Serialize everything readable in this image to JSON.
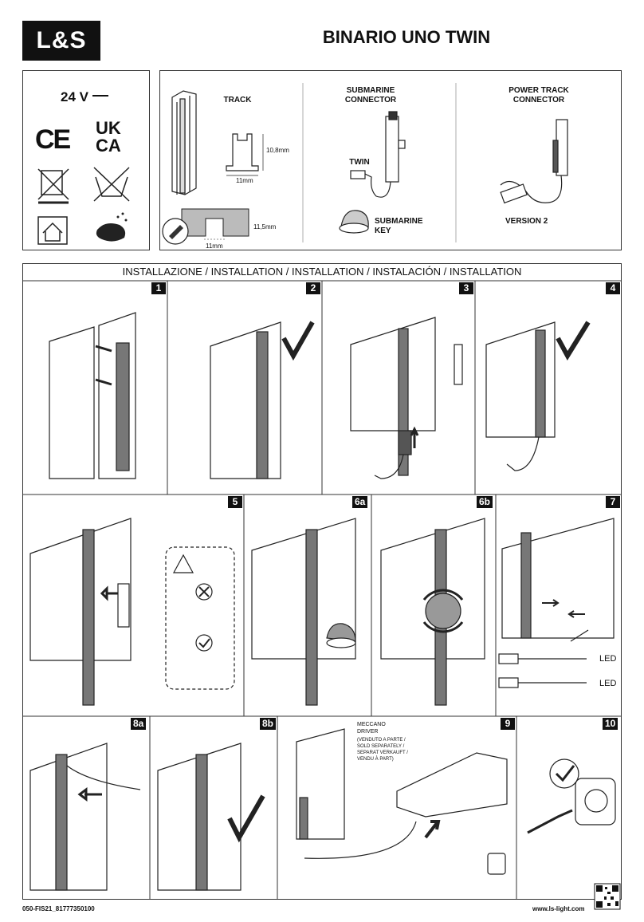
{
  "header": {
    "logo_text": "L&S",
    "title": "BINARIO UNO TWIN"
  },
  "specs": {
    "voltage": "24 V",
    "uk_mark_line1": "UK",
    "uk_mark_line2": "CA",
    "ce_mark": "CE",
    "icons": [
      "ce-mark-icon",
      "ukca-mark-icon",
      "no-waste-bin-icon",
      "no-washing-icon",
      "indoor-use-icon",
      "dry-clean-cloth-icon"
    ]
  },
  "components": {
    "track_label": "TRACK",
    "track_dim_height": "10,8mm",
    "track_dim_width": "11mm",
    "groove_dim_width": "11mm",
    "groove_dim_depth": "11,5mm",
    "submarine_connector_label": "SUBMARINE\nCONNECTOR",
    "twin_label": "TWIN",
    "submarine_key_label": "SUBMARINE\nKEY",
    "power_track_label": "POWER TRACK\nCONNECTOR",
    "version_label": "VERSION 2"
  },
  "installation": {
    "heading": "INSTALLAZIONE / INSTALLATION / INSTALLATION / INSTALACIÓN / INSTALLATION",
    "steps": [
      "1",
      "2",
      "3",
      "4",
      "5",
      "6a",
      "6b",
      "7",
      "8a",
      "8b",
      "9",
      "10"
    ],
    "led_label_1": "LED",
    "led_label_2": "LED",
    "driver_title": "MECCANO\nDRIVER",
    "driver_note": "(VENDUTO A PARTE /\nSOLD SEPARATELY /\nSEPARAT VERKAUFT /\nVENDU À PART)"
  },
  "footer": {
    "code": "050-FIS21_81777350100",
    "website": "www.ls-light.com"
  }
}
